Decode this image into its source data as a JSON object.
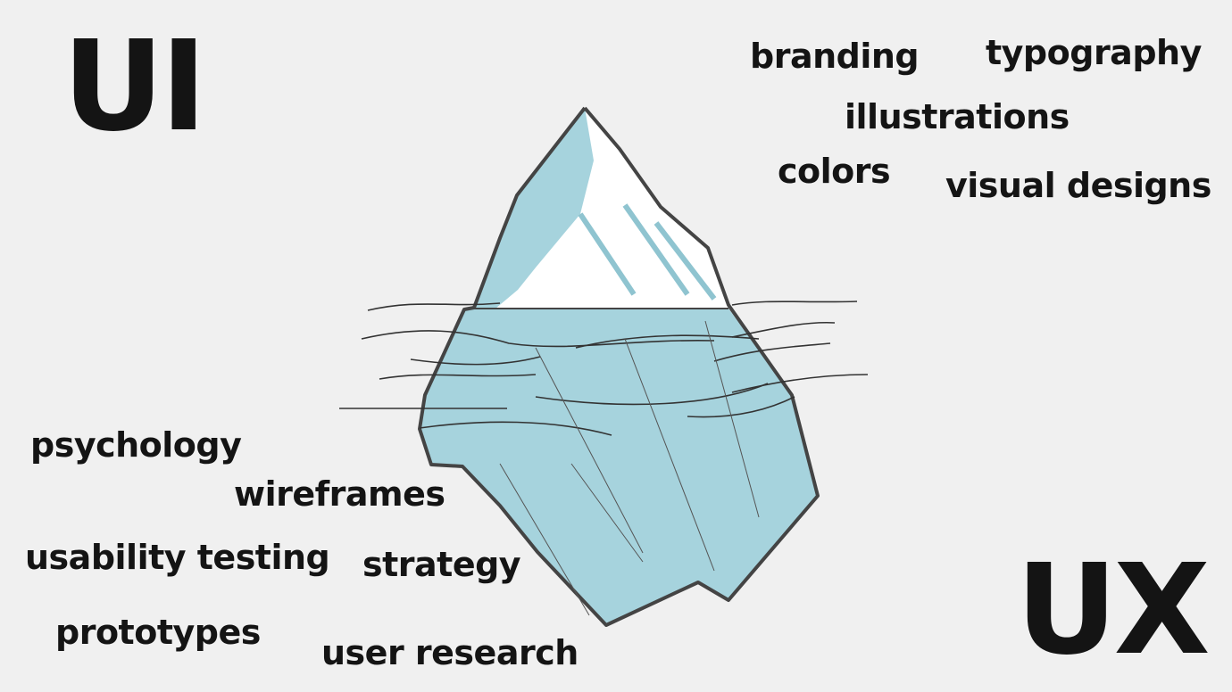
{
  "titles": {
    "top_left": "UI",
    "bottom_right": "UX"
  },
  "ui_terms": [
    "branding",
    "typography",
    "illustrations",
    "colors",
    "visual designs"
  ],
  "ux_terms": [
    "psychology",
    "wireframes",
    "usability testing",
    "strategy",
    "prototypes",
    "user research"
  ],
  "colors": {
    "ice": "#a6d3dd",
    "outline": "#444444",
    "background": "#f0f0f0"
  }
}
